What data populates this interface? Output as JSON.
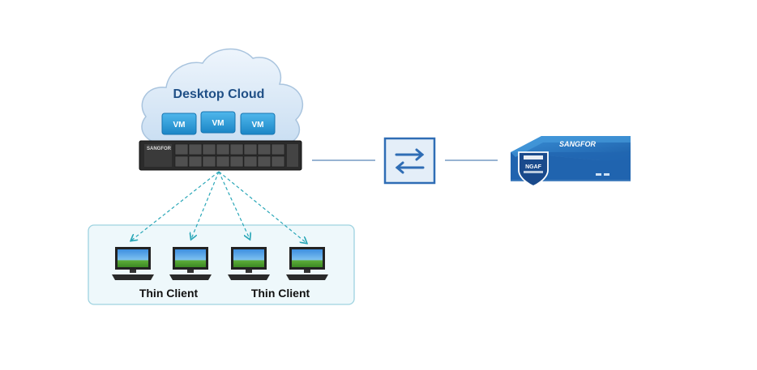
{
  "cloud": {
    "title": "Desktop Cloud",
    "vms": [
      "VM",
      "VM",
      "VM"
    ]
  },
  "server": {
    "brand": "SANGFOR"
  },
  "client_group": {
    "labels": [
      "Thin Client",
      "Thin Client"
    ]
  },
  "firewall": {
    "brand": "SANGFOR",
    "badge": "NGAF"
  },
  "colors": {
    "cloud_fill": "#dbeaf7",
    "cloud_stroke": "#a9c4de",
    "vm_fill": "#2a9bd8",
    "accent_blue": "#1f6fb4",
    "client_box": "#eef8fb",
    "client_box_border": "#9fd3e0",
    "dashed_link": "#2aa7b8"
  }
}
